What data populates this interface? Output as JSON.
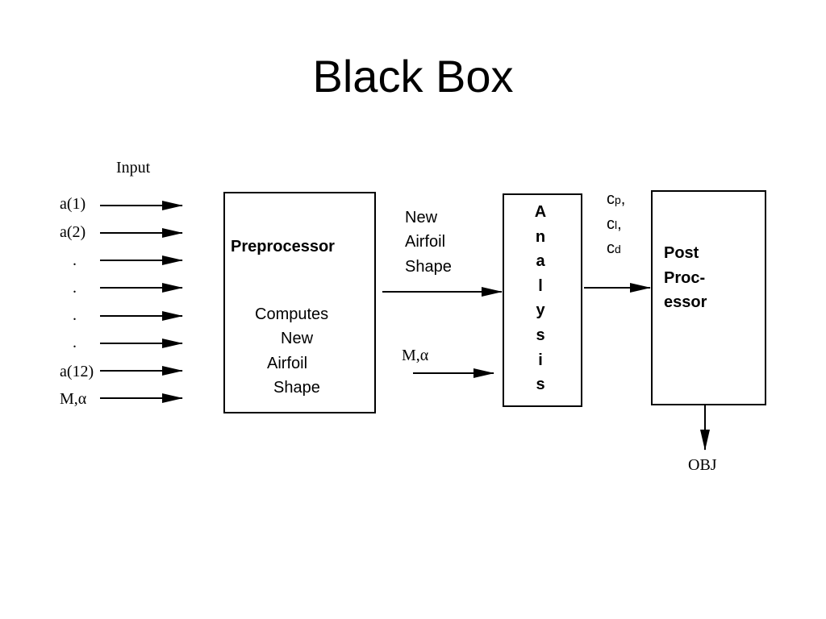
{
  "title": "Black Box",
  "input": {
    "heading": "Input",
    "labels": [
      "a(1)",
      "a(2)",
      ".",
      ".",
      ".",
      ".",
      "a(12)",
      "M,α"
    ]
  },
  "preprocessor": {
    "title": "Preprocessor",
    "desc": [
      "Computes",
      "New",
      "Airfoil",
      "Shape"
    ]
  },
  "new_shape_label": [
    "New",
    "Airfoil",
    "Shape"
  ],
  "mach_alpha_label": "M,α",
  "analysis": {
    "letters": [
      "A",
      "n",
      "a",
      "l",
      "y",
      "s",
      "i",
      "s"
    ]
  },
  "coefficients": {
    "cp": {
      "base": "c",
      "sub": "p",
      "tail": ","
    },
    "cl": {
      "base": "c",
      "sub": "l",
      "tail": ","
    },
    "cd": {
      "base": "c",
      "sub": "d",
      "tail": ""
    }
  },
  "postprocessor": {
    "lines": [
      "Post",
      "Proc-",
      "essor"
    ]
  },
  "output": "OBJ"
}
